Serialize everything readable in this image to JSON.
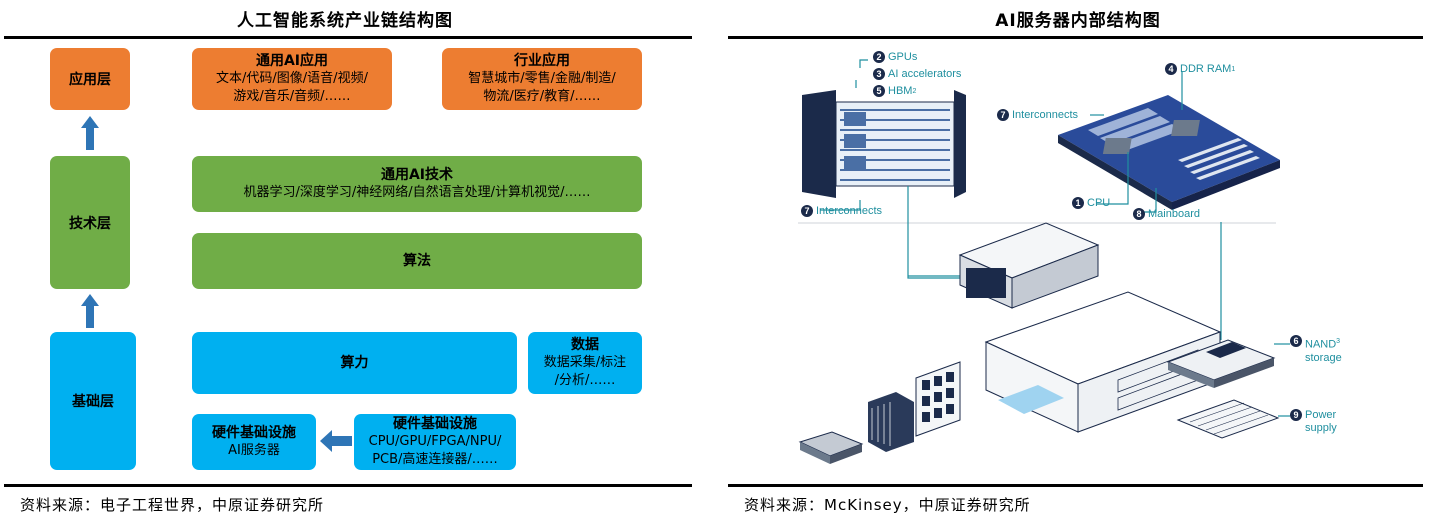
{
  "left": {
    "title": "人工智能系统产业链结构图",
    "layers": {
      "app": "应用层",
      "tech": "技术层",
      "base": "基础层"
    },
    "general_app": {
      "title": "通用AI应用",
      "line1": "文本/代码/图像/语音/视频/",
      "line2": "游戏/音乐/音频/……"
    },
    "industry_app": {
      "title": "行业应用",
      "line1": "智慧城市/零售/金融/制造/",
      "line2": "物流/医疗/教育/……"
    },
    "general_tech": {
      "title": "通用AI技术",
      "line1": "机器学习/深度学习/神经网络/自然语言处理/计算机视觉/……"
    },
    "algorithm": "算法",
    "compute": "算力",
    "data": {
      "title": "数据",
      "line1": "数据采集/标注",
      "line2": "/分析/……"
    },
    "hw_infra": {
      "title": "硬件基础设施",
      "line1": "AI服务器"
    },
    "hw_infra2": {
      "title": "硬件基础设施",
      "line1": "CPU/GPU/FPGA/NPU/",
      "line2": "PCB/高速连接器/……"
    },
    "source": "资料来源：电子工程世界，中原证券研究所"
  },
  "right": {
    "title": "AI服务器内部结构图",
    "callouts": {
      "gpus": {
        "num": "2",
        "label": "GPUs"
      },
      "accel": {
        "num": "3",
        "label": "AI accelerators"
      },
      "hbm": {
        "num": "5",
        "label": "HBM",
        "sup": "2"
      },
      "interconnects_left": {
        "num": "7",
        "label": "Interconnects"
      },
      "ddr": {
        "num": "4",
        "label": "DDR RAM",
        "sup": "1"
      },
      "interconnects_right": {
        "num": "7",
        "label": "Interconnects"
      },
      "cpu": {
        "num": "1",
        "label": "CPU"
      },
      "mainboard": {
        "num": "8",
        "label": "Mainboard"
      },
      "nand": {
        "num": "6",
        "label": "NAND",
        "sup": "3",
        "label2": "storage"
      },
      "power": {
        "num": "9",
        "label": "Power",
        "label2": "supply"
      }
    },
    "source": "资料来源：McKinsey，中原证券研究所"
  },
  "colors": {
    "orange": "#ED7D31",
    "green": "#70AD47",
    "blue": "#00B0F0",
    "arrow": "#2E75B6",
    "teal": "#1f8f9f",
    "navy": "#1b2a4a"
  }
}
